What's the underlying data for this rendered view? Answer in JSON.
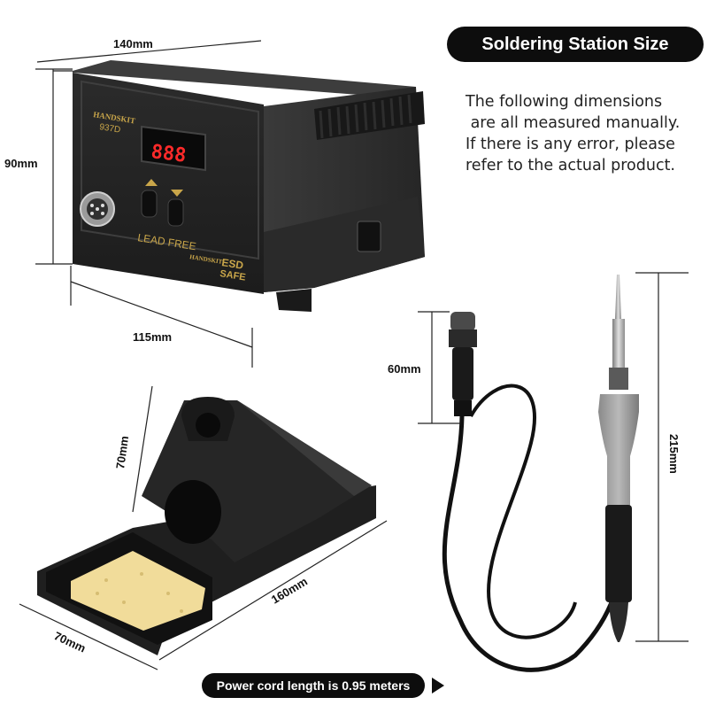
{
  "title": "Soldering Station Size",
  "note_lines": [
    "The following dimensions",
    " are all measured manually.",
    "If there is any error, please",
    "refer to the actual product."
  ],
  "station": {
    "brand": "HANDSKIT",
    "model": "937D",
    "display": "888",
    "lead_free": "LEAD FREE",
    "brand_small": "HANDSKIT",
    "esd_line1": "ESD",
    "esd_line2": "SAFE"
  },
  "dimensions": {
    "station_width": "140mm",
    "station_height": "90mm",
    "station_depth": "115mm",
    "plug_length": "60mm",
    "iron_length": "215mm",
    "stand_height": "70mm",
    "stand_length": "160mm",
    "stand_width": "70mm"
  },
  "cord_label": "Power cord length is 0.95 meters",
  "colors": {
    "pill_bg": "#0d0d0d",
    "display_red": "#ff2a2a",
    "label_gold": "#c9a64a",
    "sponge": "#f1dc9a"
  }
}
